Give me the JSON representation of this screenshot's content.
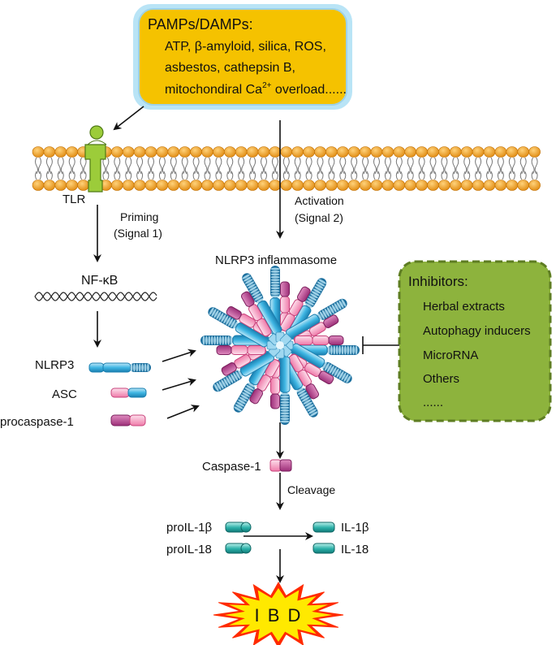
{
  "pamps": {
    "title": "PAMPs/DAMPs:",
    "line1": "ATP, β-amyloid, silica, ROS,",
    "line2": "asbestos, cathepsin B,",
    "line3_prefix": "mitochondiral Ca",
    "line3_sup": "2+",
    "line3_suffix": " overload......"
  },
  "membrane": {
    "receptor_label": "TLR"
  },
  "signals": {
    "priming_line1": "Priming",
    "priming_line2": "(Signal 1)",
    "activation_line1": "Activation",
    "activation_line2": "(Signal 2)"
  },
  "nfkb": {
    "label": "NF-κB"
  },
  "components": {
    "nlrp3": "NLRP3",
    "asc": "ASC",
    "procaspase": "procaspase-1"
  },
  "inflammasome": {
    "label": "NLRP3 inflammasome"
  },
  "inhibitors": {
    "title": "Inhibitors:",
    "items": [
      "Herbal extracts",
      "Autophagy inducers",
      "MicroRNA",
      "Others",
      "......"
    ]
  },
  "caspase": {
    "label": "Caspase-1",
    "cleavage": "Cleavage"
  },
  "cytokines": {
    "pro_il1b": "proIL-1β",
    "pro_il18": "proIL-18",
    "il1b": "IL-1β",
    "il18": "IL-18"
  },
  "outcome": {
    "label": "I B D"
  },
  "colors": {
    "pamps_fill": "#f5c200",
    "pamps_glow": "#a8dcf2",
    "lipid_head": "#f0a020",
    "receptor": "#9ccc3a",
    "nlrp3_blue": "#29a9d8",
    "asc_pink": "#f07aa8",
    "procaspase_purple": "#b03c86",
    "inhibitor_fill": "#8db33d",
    "cytokine_teal": "#1e9a9a",
    "burst_red": "#ff2a00",
    "burst_yellow": "#ffe900"
  },
  "icons": [
    "membrane-icon",
    "receptor-icon",
    "dna-icon",
    "inflammasome-icon",
    "explosion-icon"
  ]
}
